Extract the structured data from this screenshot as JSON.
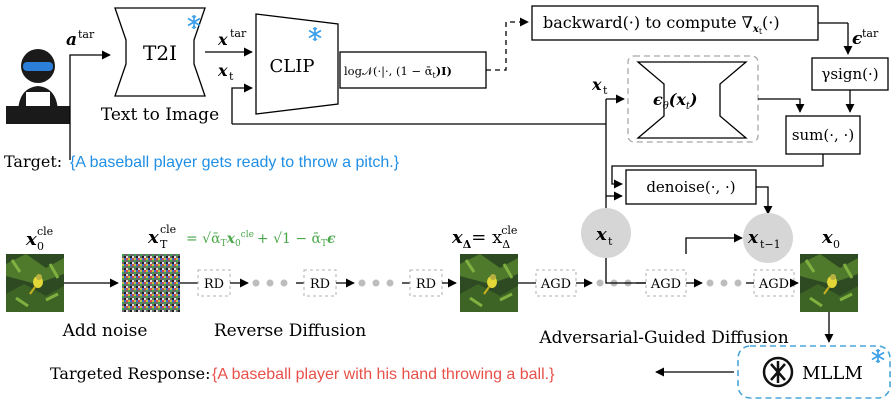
{
  "labels": {
    "a_tar": "a",
    "a_tar_sup": "tar",
    "t2i": "T2I",
    "text_to_image": "Text to Image",
    "x_tar": "x",
    "x_tar_sup": "tar",
    "x_t": "x",
    "x_t_sub": "t",
    "clip": "CLIP",
    "log_formula": "log𝒩(·|·, (1 − ᾱ",
    "log_formula_sub": "t",
    "log_formula_end": ")I)",
    "backward": "backward(·)  to compute ∇",
    "backward_sub": "x",
    "backward_sub2": "t",
    "backward_end": "(·)",
    "eps_tar": "ϵ",
    "eps_tar_sup": "tar",
    "gamma_sign": "γsign(·)",
    "sum": "sum(·, ·)",
    "eps_theta": "ϵ",
    "eps_theta_sub": "θ",
    "eps_theta_arg": "(x",
    "eps_theta_arg_sub": "t",
    "eps_theta_end": ")",
    "x_t_right": "x",
    "x_t_right_sub": "t",
    "denoise": "denoise(·, ·)",
    "target_prefix": "Target: ",
    "target_text": "{A baseball player gets ready to throw a pitch.}",
    "x0_cle": "x",
    "x0_cle_sub": "0",
    "x0_cle_sup": "cle",
    "xT_cle": "x",
    "xT_cle_sub": "T",
    "xT_cle_sup": "cle",
    "noise_formula": "= √ᾱ",
    "noise_formula_sub": "T",
    "noise_formula_mid": "x",
    "noise_formula_mid_sub": "0",
    "noise_formula_mid_sup": "cle",
    "noise_formula_end": "+ √1 − ᾱ",
    "noise_formula_end_sub": "T",
    "noise_formula_eps": "ϵ",
    "x_delta": "x",
    "x_delta_sub": "Δ",
    "x_delta_eq": "= x",
    "x_delta_eq_sub": "Δ",
    "x_delta_eq_sup": "cle",
    "circle_xt": "x",
    "circle_xt_sub": "t",
    "circle_xt1": "x",
    "circle_xt1_sub": "t−1",
    "x0_final": "x",
    "x0_final_sub": "0",
    "rd": "RD",
    "agd": "AGD",
    "add_noise": "Add noise",
    "reverse_diffusion": "Reverse Diffusion",
    "agd_full": "Adversarial-Guided Diffusion",
    "targeted_prefix": "Targeted Response: ",
    "targeted_text": "{A baseball player with his hand throwing a ball.}",
    "mllm": "MLLM"
  },
  "colors": {
    "target_blue": "#1f8fe5",
    "response_red": "#e8504a",
    "formula_green": "#4aa84a",
    "freeze_blue": "#3a9ee8",
    "circle_fill": "#d6d6d6",
    "mllm_border": "#4aa6d8",
    "dashed_gray": "#a8a8a8"
  },
  "icons": [
    "user-icon",
    "snowflake-icon",
    "openai-logo-icon",
    "image-thumbnail"
  ]
}
